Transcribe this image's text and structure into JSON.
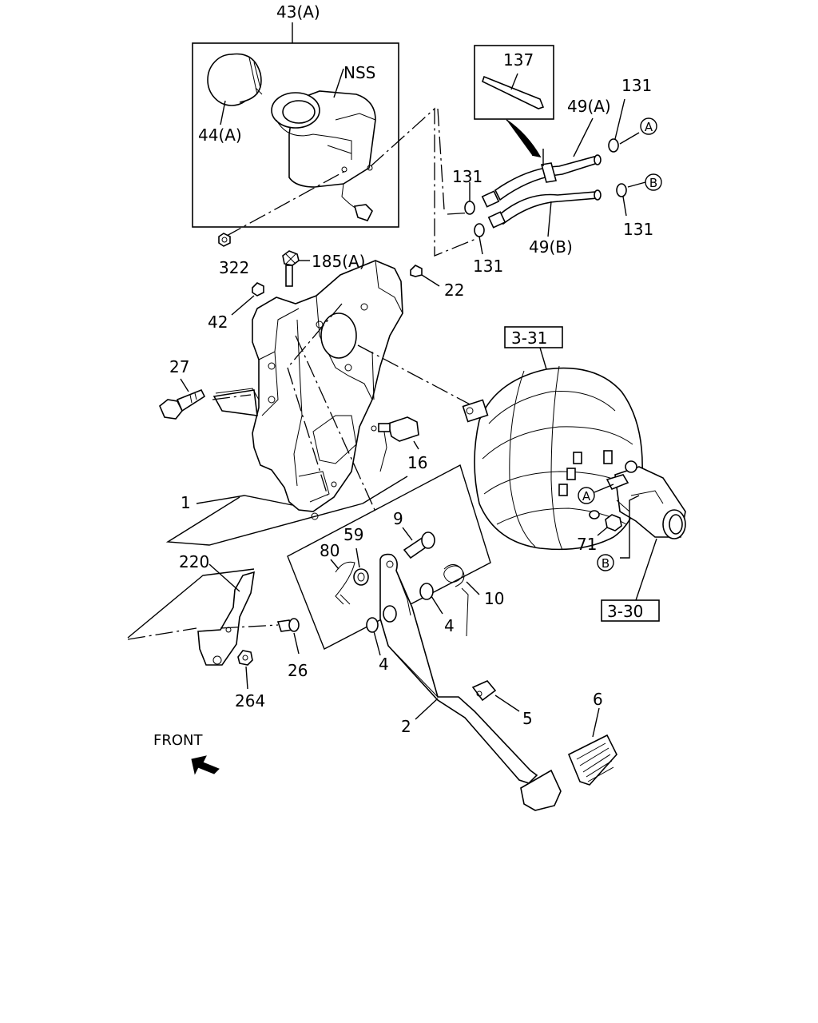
{
  "labels": {
    "l43a": "43(A)",
    "lnss": "NSS",
    "l44a": "44(A)",
    "l322": "322",
    "l137": "137",
    "l131a": "131",
    "l49a": "49(A)",
    "l131b": "131",
    "l131c": "131",
    "l131d": "131",
    "l49b": "49(B)",
    "l185a": "185(A)",
    "l22": "22",
    "l42": "42",
    "l27": "27",
    "l331": "3-31",
    "l16": "16",
    "l1": "1",
    "l9": "9",
    "l59": "59",
    "l80": "80",
    "l220": "220",
    "l71": "71",
    "l10": "10",
    "l4a": "4",
    "l4b": "4",
    "l330": "3-30",
    "l26": "26",
    "l264": "264",
    "l2": "2",
    "l5": "5",
    "l6": "6",
    "lfront": "FRONT"
  },
  "callouts": {
    "a1": "A",
    "b1": "B",
    "a2": "A",
    "b2": "B"
  }
}
